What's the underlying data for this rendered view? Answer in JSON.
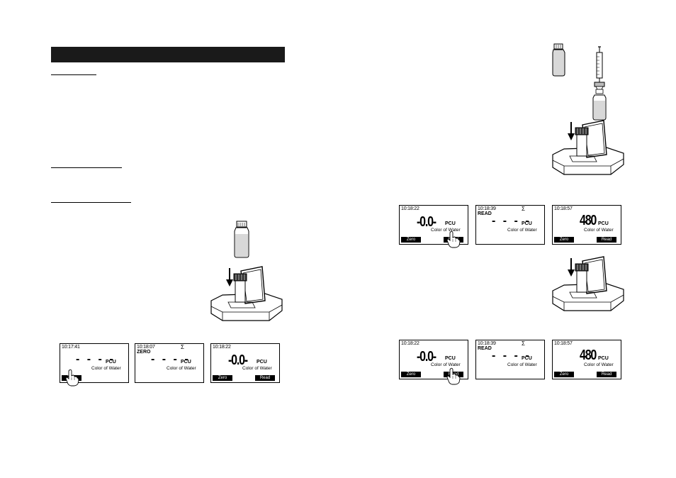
{
  "screens": [
    {
      "time": "10:17:41",
      "sigma": "",
      "mode": "",
      "display": "- - - -",
      "unit": "PCU",
      "param": "Color of Water",
      "left_key": "Zero",
      "right_key": ""
    },
    {
      "time": "10:18:07",
      "sigma": "Σ",
      "mode": "ZERO",
      "display": "- - - -",
      "unit": "PCU",
      "param": "Color of Water",
      "left_key": "",
      "right_key": ""
    },
    {
      "time": "10:18:22",
      "sigma": "",
      "mode": "",
      "display": "-0.0-",
      "unit": "PCU",
      "param": "Color of Water",
      "left_key": "Zero",
      "right_key": "Read"
    },
    {
      "time": "10:18:22",
      "sigma": "",
      "mode": "",
      "display": "-0.0-",
      "unit": "PCU",
      "param": "Color of Water",
      "left_key": "Zero",
      "right_key": "Read"
    },
    {
      "time": "10:18:39",
      "sigma": "Σ",
      "mode": "READ",
      "display": "- - - -",
      "unit": "PCU",
      "param": "Color of Water",
      "left_key": "",
      "right_key": ""
    },
    {
      "time": "10:18:57",
      "sigma": "",
      "mode": "",
      "display": "480",
      "unit": "PCU",
      "param": "Color of Water",
      "left_key": "Zero",
      "right_key": "Read"
    },
    {
      "time": "10:18:22",
      "sigma": "",
      "mode": "",
      "display": "-0.0-",
      "unit": "PCU",
      "param": "Color of Water",
      "left_key": "Zero",
      "right_key": "Read"
    },
    {
      "time": "10:18:39",
      "sigma": "Σ",
      "mode": "READ",
      "display": "- - - -",
      "unit": "PCU",
      "param": "Color of Water",
      "left_key": "",
      "right_key": ""
    },
    {
      "time": "10:18:57",
      "sigma": "",
      "mode": "",
      "display": "480",
      "unit": "PCU",
      "param": "Color of Water",
      "left_key": "Zero",
      "right_key": "Read"
    }
  ],
  "icons": {
    "press_hand": "hand-pointer-icon",
    "vial": "sample-cell-icon",
    "syringe": "syringe-filter-icon",
    "instrument": "colorimeter-instrument-icon"
  },
  "colors": {
    "header_bar": "#1a1a1a",
    "ink": "#000000",
    "vial_fill": "#d8d8d8"
  }
}
